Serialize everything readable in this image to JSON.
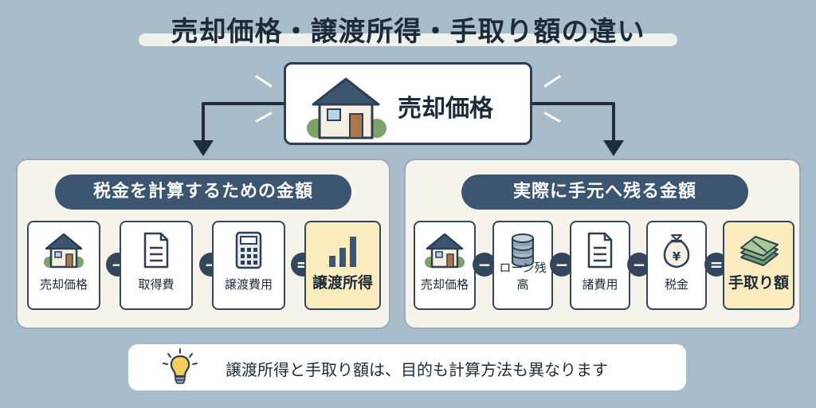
{
  "title": "売却価格・譲渡所得・手取り額の違い",
  "top": {
    "label": "売却価格"
  },
  "left_panel": {
    "heading": "税金を計算するための金額",
    "items": [
      {
        "label": "売却価格",
        "icon": "house-icon"
      },
      {
        "label": "取得費",
        "icon": "document-icon"
      },
      {
        "label": "譲渡費用",
        "icon": "calculator-icon"
      },
      {
        "label": "譲渡所得",
        "icon": "bar-chart-icon"
      }
    ],
    "operators": [
      "−",
      "−",
      "="
    ]
  },
  "right_panel": {
    "heading": "実際に手元へ残る金額",
    "items": [
      {
        "label": "売却価格",
        "icon": "house-icon"
      },
      {
        "label": "ローン残高",
        "icon": "coin-stack-icon"
      },
      {
        "label": "諸費用",
        "icon": "document-icon"
      },
      {
        "label": "税金",
        "icon": "money-bag-icon"
      },
      {
        "label": "手取り額",
        "icon": "cash-bundle-icon"
      }
    ],
    "operators": [
      "−",
      "−",
      "−",
      "="
    ]
  },
  "note": {
    "text": "譲渡所得と手取り額は、目的も計算方法も異なります",
    "icon": "lightbulb-icon"
  },
  "colors": {
    "background": "#a9bccb",
    "navy": "#33465c",
    "panel": "#f6f3ea",
    "highlight": "#fbecc0"
  }
}
